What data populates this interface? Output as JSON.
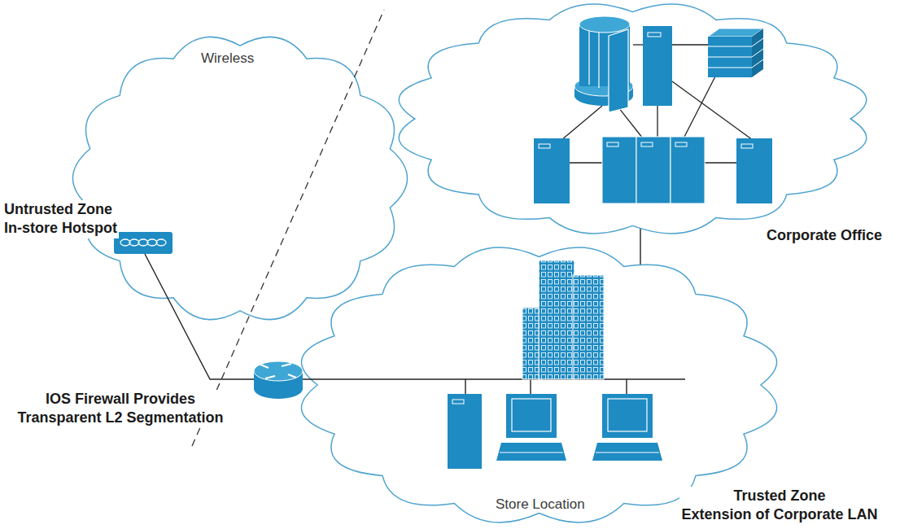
{
  "diagram": {
    "nodes": [
      {
        "text": [
          "Wireless"
        ]
      },
      {
        "text": [
          "Corporate Office"
        ]
      },
      {
        "text": [
          "Store Location"
        ]
      }
    ],
    "edges": [
      {
        "from": 1,
        "to": 2,
        "arrow": "none"
      }
    ],
    "labels": [
      "Untrusted Zone In-store Hotspot",
      "IOS Firewall Provides Transparent L2 Segmentation",
      "Trusted Zone Extension of Corporate LAN"
    ]
  }
}
